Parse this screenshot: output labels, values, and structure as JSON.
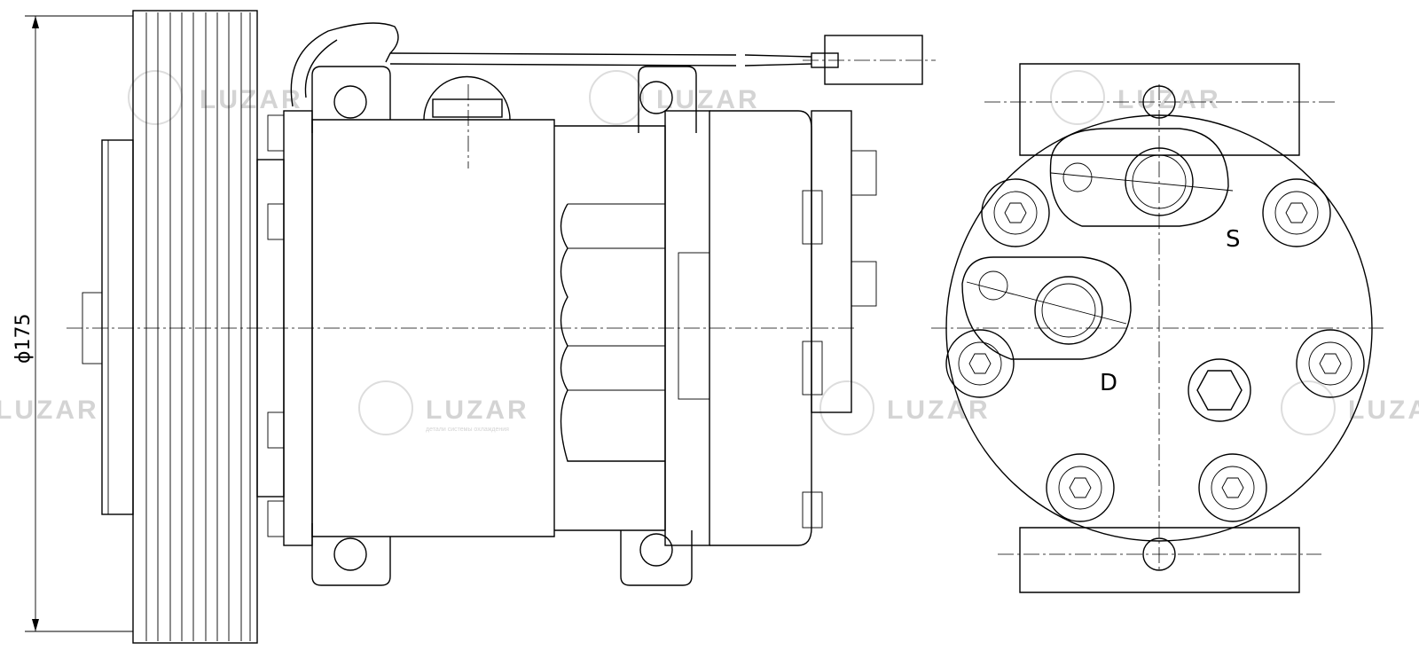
{
  "drawing": {
    "dimension_label": "ϕ175",
    "port_suction_label": "S",
    "port_discharge_label": "D",
    "watermark": {
      "brand": "LUZAR",
      "tagline": "детали системы охлаждения"
    }
  }
}
